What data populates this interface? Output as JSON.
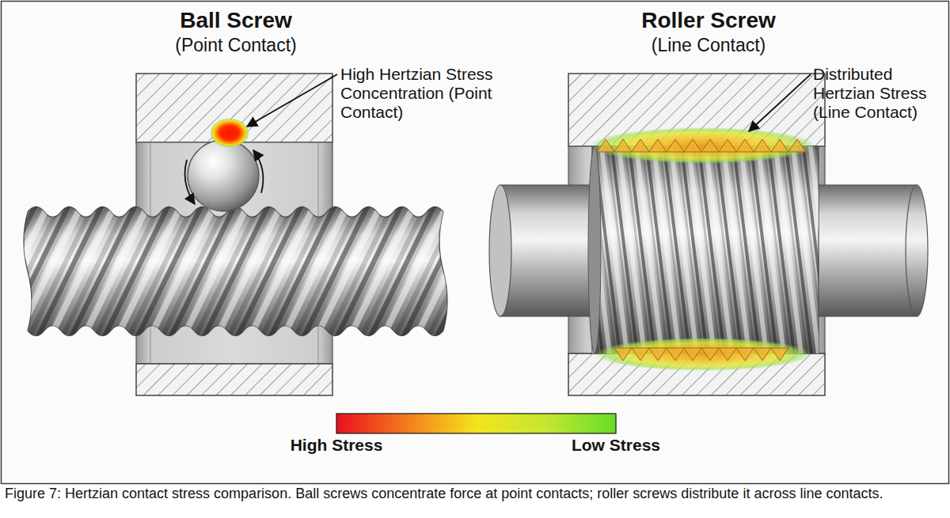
{
  "diagram": {
    "caption": "Figure 7: Hertzian contact stress comparison. Ball screws concentrate force at point contacts; roller screws distribute it across line contacts.",
    "labels": [
      "Ball Screw",
      "(Point Contact)",
      "High Hertzian Stress Concentration (Point Contact)",
      "Roller Screw",
      "(Line Contact)",
      "Distributed Hertzian Stress (Line Contact)"
    ],
    "legend": [
      {
        "text": "High Stress",
        "color": "#e8101e"
      },
      {
        "text": "Low Stress",
        "color": "#66dd2a"
      }
    ]
  }
}
